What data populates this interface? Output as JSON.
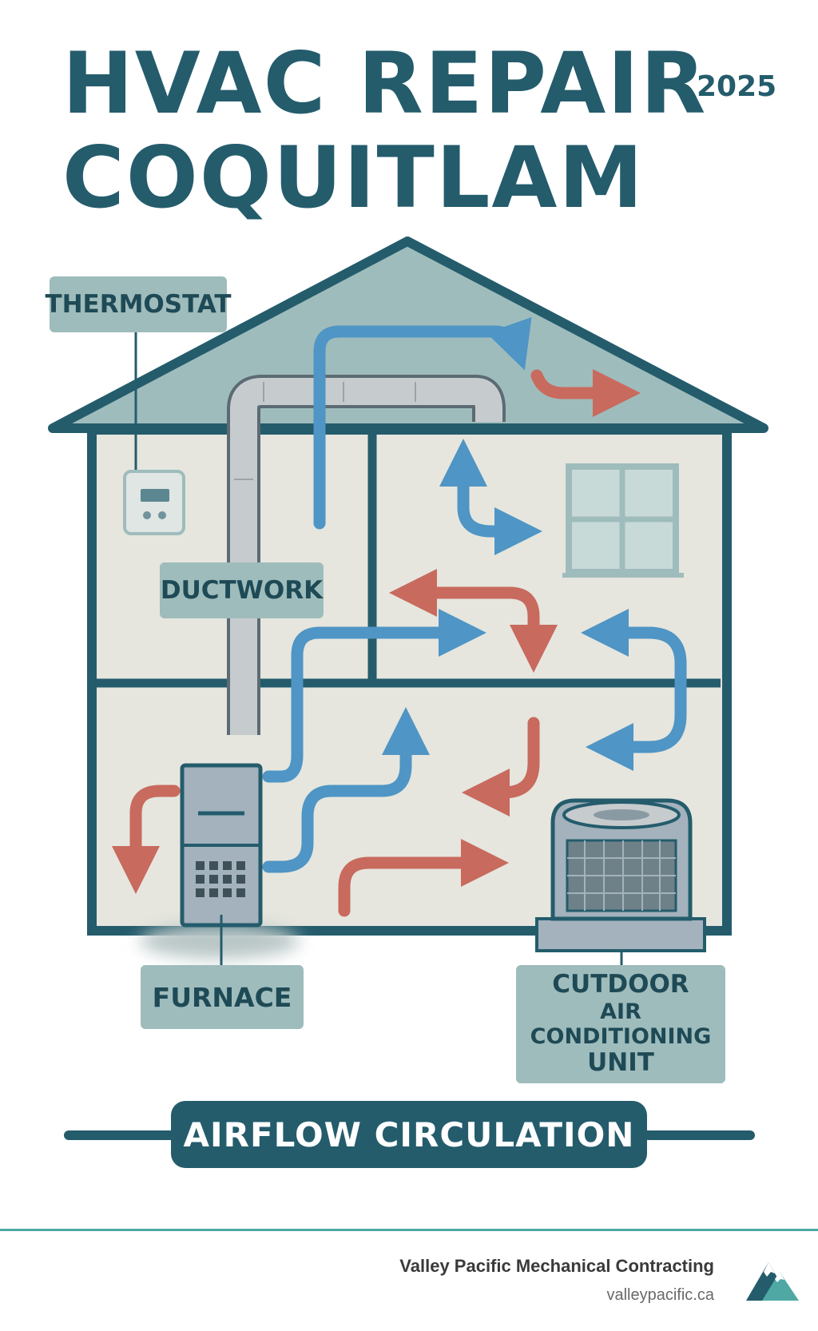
{
  "title": {
    "line1": "HVAC REPAIR",
    "line2": "COQUITLAM",
    "year": "2025"
  },
  "labels": {
    "thermostat": "THERMOSTAT",
    "ductwork": "DUCTWORK",
    "furnace": "FURNACE",
    "outdoor_unit": {
      "line1": "CUTDOOR",
      "line2": "AIR CONDITIONING",
      "line3": "UNIT"
    }
  },
  "banner": "AIRFLOW CIRCULATION",
  "footer": {
    "company": "Valley Pacific Mechanical Contracting",
    "url": "valleypacific.ca",
    "logo_icon": "mountain-logo-icon"
  },
  "colors": {
    "primary": "#245c6c",
    "roof": "#9fbcbc",
    "wall": "#e6e6de",
    "label_bg": "#9fbcbc",
    "cool_air": "#4f95c5",
    "warm_air": "#c86a5e",
    "duct": "#c6cbce",
    "divider": "#4fa8a4"
  },
  "legend": {
    "cool_air_arrow_icon": "blue-arrow-icon",
    "warm_air_arrow_icon": "red-arrow-icon"
  }
}
